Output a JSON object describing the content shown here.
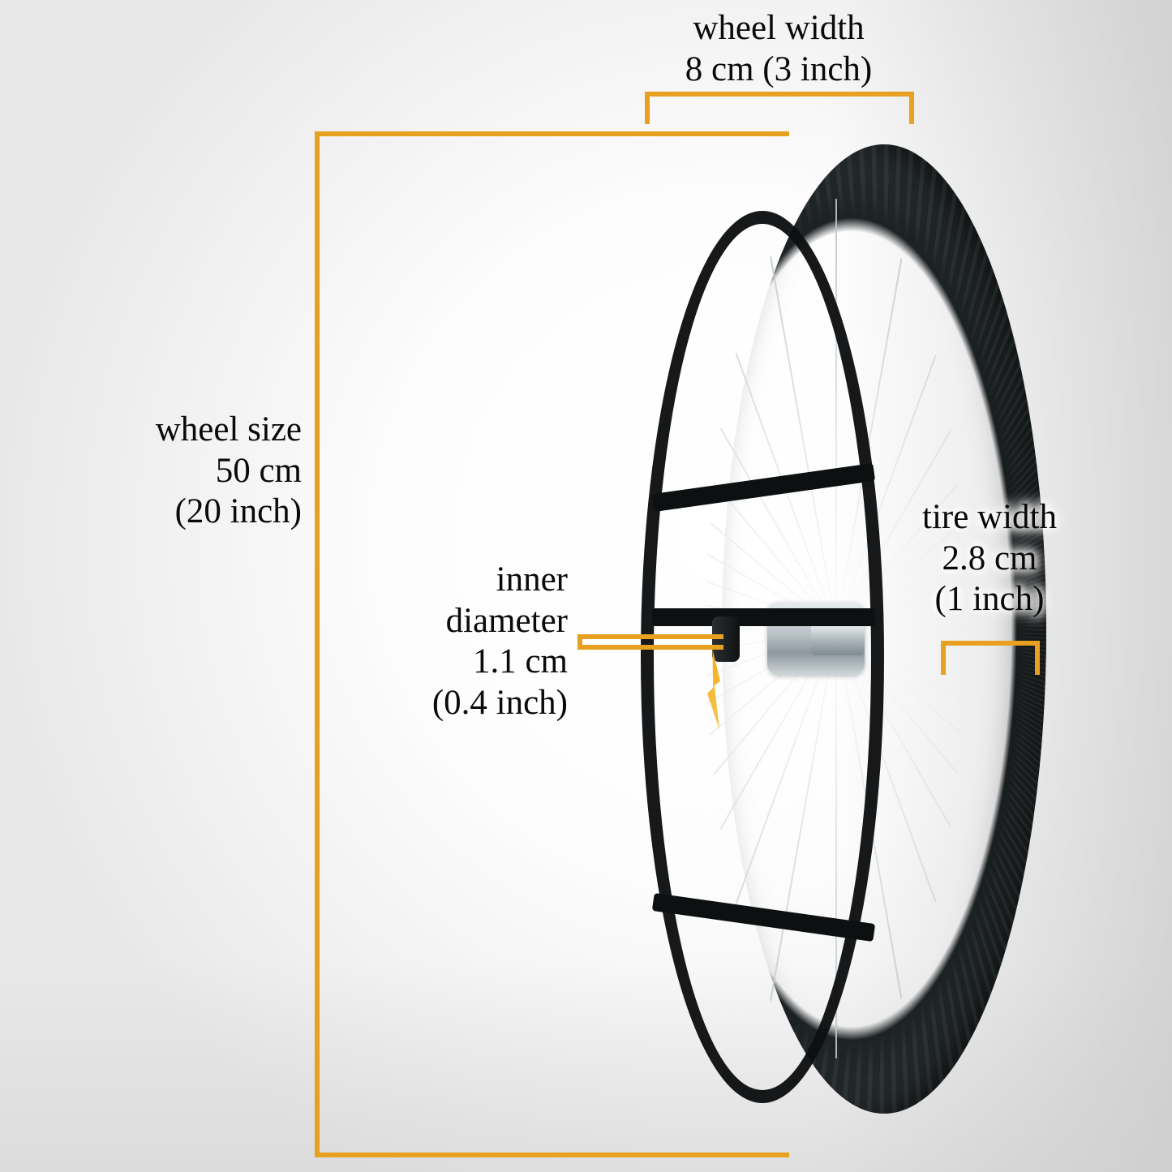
{
  "diagram": {
    "title": "Bicycle wheel dimension callouts",
    "accent_color": "#E8A020",
    "text_color": "#0A0A0A",
    "background_color": "#FFFFFF",
    "annotations": [
      {
        "name": "wheel-width",
        "label": "wheel width\n8 cm (3 inch)",
        "value_cm": 8,
        "value_inch": 3,
        "bracket": "top"
      },
      {
        "name": "wheel-size",
        "label": "wheel size\n50 cm\n(20 inch)",
        "value_cm": 50,
        "value_inch": 20,
        "bracket": "left"
      },
      {
        "name": "tire-width",
        "label": "tire width\n2.8 cm\n(1 inch)",
        "value_cm": 2.8,
        "value_inch": 1,
        "bracket": "bottom-right"
      },
      {
        "name": "inner-diameter",
        "label": "inner\ndiameter\n1.1 cm\n(0.4 inch)",
        "value_cm": 1.1,
        "value_inch": 0.4,
        "bracket": "pointer-line"
      }
    ],
    "photo": {
      "subject": "spoked bicycle wheel with black tire, white rim and chrome hub",
      "icon": "wheel-icon"
    }
  }
}
